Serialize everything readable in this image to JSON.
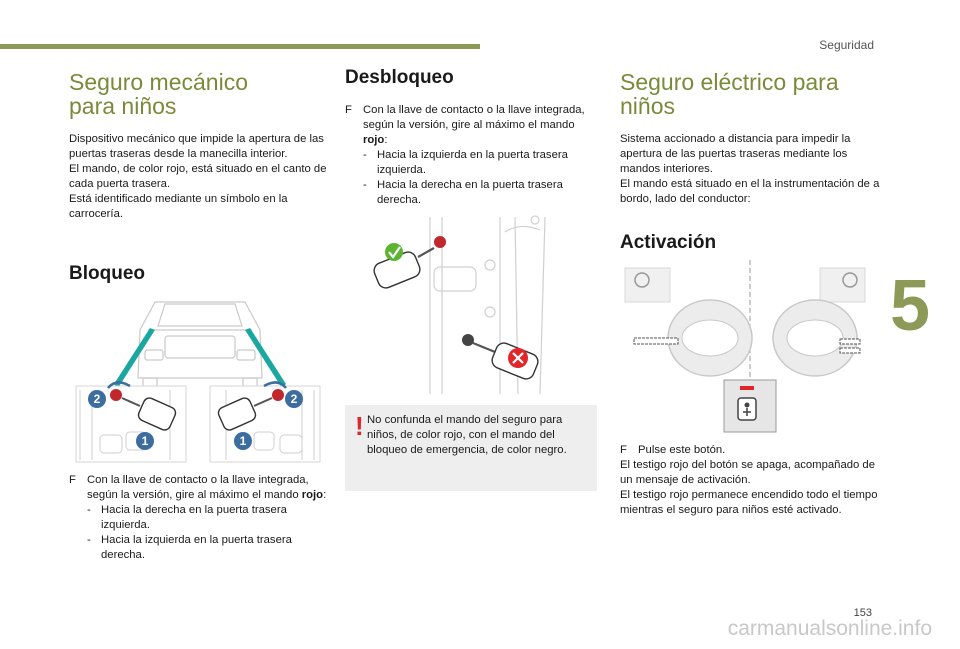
{
  "header": {
    "section": "Seguridad"
  },
  "footer": {
    "page_number": "153",
    "watermark": "carmanualsonline.info"
  },
  "chapter_tab": "5",
  "left": {
    "title": "Seguro mecánico para niños",
    "intro": [
      "Dispositivo mecánico que impide la apertura de las puertas traseras desde la manecilla interior.",
      "El mando, de color rojo, está situado en el canto de cada puerta trasera.",
      "Está identificado mediante un símbolo en la carrocería."
    ],
    "subtitle": "Bloqueo",
    "steps": [
      "2",
      "1",
      "2",
      "1"
    ],
    "bullet_mark": "F",
    "bullet_main": "Con la llave de contacto o la llave integrada, según la versión, gire al máximo el mando",
    "bullet_bold": "rojo",
    "bullet_colon": ":",
    "sub_1": "Hacia la derecha en la puerta trasera izquierda.",
    "sub_2": "Hacia la izquierda en la puerta trasera derecha.",
    "dash": "-"
  },
  "middle": {
    "subtitle": "Desbloqueo",
    "bullet_mark": "F",
    "bullet_main": "Con la llave de contacto o la llave integrada, según la versión, gire al máximo el mando",
    "bullet_bold": "rojo",
    "bullet_colon": ":",
    "sub_1": "Hacia la izquierda en la puerta trasera izquierda.",
    "sub_2": "Hacia la derecha en la puerta trasera derecha.",
    "dash": "-",
    "warning_mark": "!",
    "warning": "No confunda el mando del seguro para niños, de color rojo, con el mando del bloqueo de emergencia, de color negro."
  },
  "right": {
    "title": "Seguro eléctrico para niños",
    "intro": [
      "Sistema accionado a distancia para impedir la apertura de las puertas traseras mediante los mandos interiores.",
      "El mando está situado en el la instrumentación de a bordo, lado del conductor:"
    ],
    "subtitle": "Activación",
    "bullet_mark": "F",
    "bullet": "Pulse este botón.",
    "after": [
      "El testigo rojo del botón se apaga, acompañado de un mensaje de activación.",
      "El testigo rojo permanece encendido todo el tiempo mientras el seguro para niños esté activado."
    ]
  },
  "colors": {
    "accent": "#8d9a57",
    "title_green": "#7a8a3a",
    "arrow_teal": "#1aa7a0",
    "badge_blue": "#3d6d9e",
    "lock_red": "#e1262b",
    "check_green": "#5bb531"
  }
}
